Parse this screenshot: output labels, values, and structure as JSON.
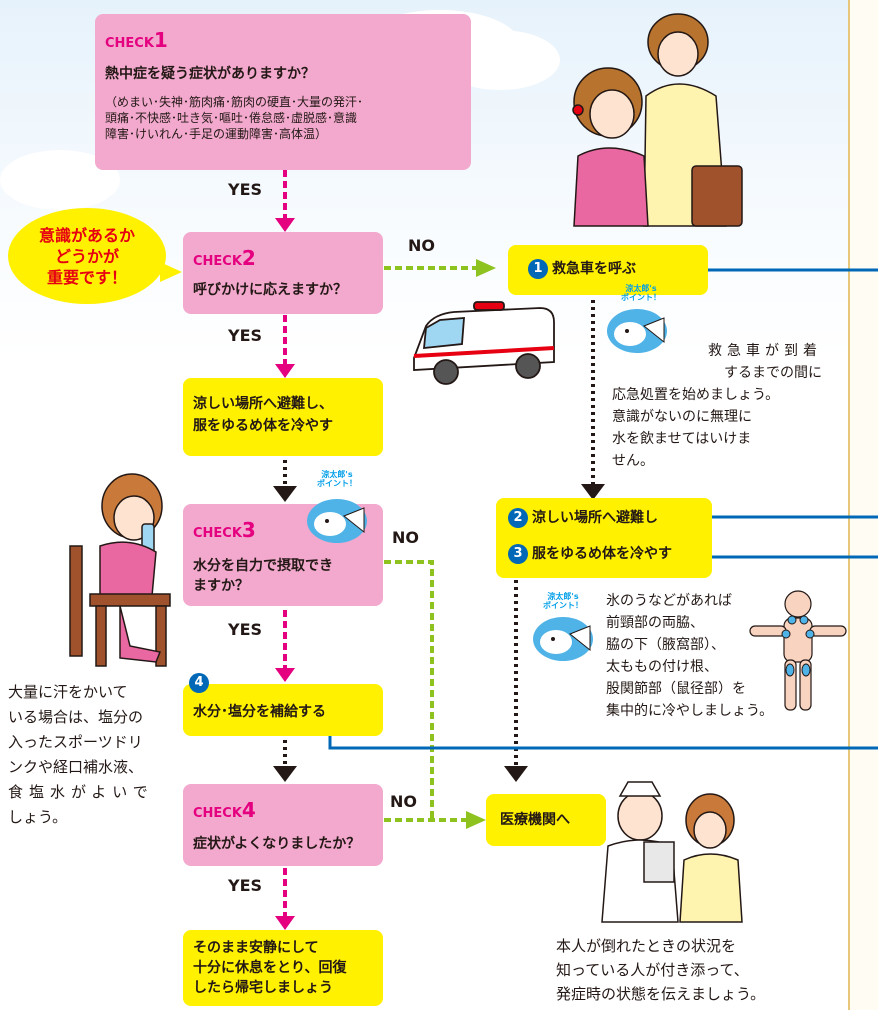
{
  "check1": {
    "tag": "CHECK",
    "num": "1",
    "question": "熱中症を疑う症状がありますか？",
    "detail_lines": [
      "（めまい･失神･筋肉痛･筋肉の硬直･大量の発汗･",
      "頭痛･不快感･吐き気･嘔吐･倦怠感･虚脱感･意識",
      "障害･けいれん･手足の運動障害･高体温）"
    ]
  },
  "check2": {
    "tag": "CHECK",
    "num": "2",
    "question": "呼びかけに応えますか？"
  },
  "check3": {
    "tag": "CHECK",
    "num": "3",
    "question_lines": [
      "水分を自力で摂取でき",
      "ますか？"
    ]
  },
  "check4": {
    "tag": "CHECK",
    "num": "4",
    "question": "症状がよくなりましたか？"
  },
  "labels": {
    "yes": "YES",
    "no": "NO"
  },
  "bubble_lines": [
    "意識があるか",
    "どうかが",
    "重要です！"
  ],
  "cool_box_lines": [
    "涼しい場所へ避難し、",
    "服をゆるめ体を冷やす"
  ],
  "step4": {
    "num": "4",
    "text": "水分･塩分を補給する"
  },
  "rest_box_lines": [
    "そのまま安静にして",
    "十分に休息をとり、回復",
    "したら帰宅しましょう"
  ],
  "ambulance": {
    "num": "1",
    "text": "救急車を呼ぶ"
  },
  "step2": {
    "num": "2",
    "text": "涼しい場所へ避難し"
  },
  "step3": {
    "num": "3",
    "text": "服をゆるめ体を冷やす"
  },
  "hospital": "医療機関へ",
  "mascot_tag_lines": [
    "涼太郎's",
    "ポイント！"
  ],
  "note_ambulance_lines": [
    "救急車が到着",
    "するまでの間に",
    "応急処置を始めましょう。",
    "意識がないのに無理に",
    "水を飲ませてはいけま",
    "せん。"
  ],
  "note_ice_lines": [
    "氷のうなどがあれば",
    "前頸部の両脇、",
    "脇の下（腋窩部）、",
    "太ももの付け根、",
    "股関節部（鼠径部）を",
    "集中的に冷やしましょう。"
  ],
  "note_sweat_lines": [
    "大量に汗をかいて",
    "いる場合は、塩分の",
    "入ったスポーツドリ",
    "ンクや経口補水液、",
    "食塩水がよいで",
    "しょう。"
  ],
  "note_hospital_lines": [
    "本人が倒れたときの状況を",
    "知っている人が付き添って、",
    "発症時の状態を伝えましょう。"
  ],
  "colors": {
    "pink_box": "#f2a9cd",
    "yellow_box": "#fff100",
    "magenta": "#e4007f",
    "green": "#8dc21f",
    "blue": "#0068b7",
    "red": "#e60012"
  }
}
